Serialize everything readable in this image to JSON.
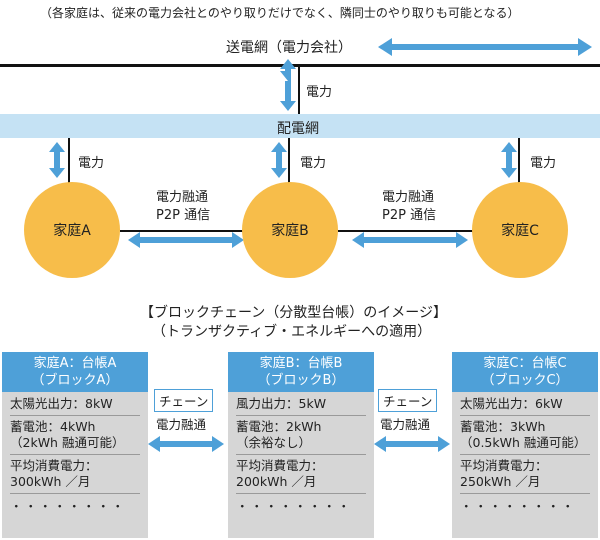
{
  "note": "（各家庭は、従来の電力会社とのやり取りだけでなく、隣同士のやり取りも可能となる）",
  "grid_label": "送電網（電力会社）",
  "power_label": "電力",
  "distribution_label": "配電網",
  "p2p_line1": "電力融通",
  "p2p_line2": "P2P 通信",
  "households": [
    {
      "name": "家庭A"
    },
    {
      "name": "家庭B"
    },
    {
      "name": "家庭C"
    }
  ],
  "blockchain_title": "【ブロックチェーン（分散型台帳）のイメージ】",
  "blockchain_subtitle": "（トランザクティブ・エネルギーへの適用）",
  "chain_label": "チェーン",
  "chain_sub": "電力融通",
  "ledgers": [
    {
      "head1": "家庭A：台帳A",
      "head2": "（ブロックA）",
      "gen": "太陽光出力：8kW",
      "bat1": "蓄電池：4kWh",
      "bat2": "（2kWh 融通可能）",
      "use1": "平均消費電力：",
      "use2": "300kWh ／月",
      "dots": "・・・・・・・・"
    },
    {
      "head1": "家庭B：台帳B",
      "head2": "（ブロックB）",
      "gen": "風力出力：5kW",
      "bat1": "蓄電池：2kWh",
      "bat2": "（余裕なし）",
      "use1": "平均消費電力：",
      "use2": "200kWh ／月",
      "dots": "・・・・・・・・"
    },
    {
      "head1": "家庭C：台帳C",
      "head2": "（ブロックC）",
      "gen": "太陽光出力：6kW",
      "bat1": "蓄電池：3kWh",
      "bat2": "（0.5kWh 融通可能）",
      "use1": "平均消費電力：",
      "use2": "250kWh ／月",
      "dots": "・・・・・・・・"
    }
  ],
  "colors": {
    "arrow": "#4ea0d8",
    "hub": "#f7bd4a",
    "band": "#c5e2f4",
    "panel": "#d6d6d6",
    "head": "#4ea0d8"
  }
}
